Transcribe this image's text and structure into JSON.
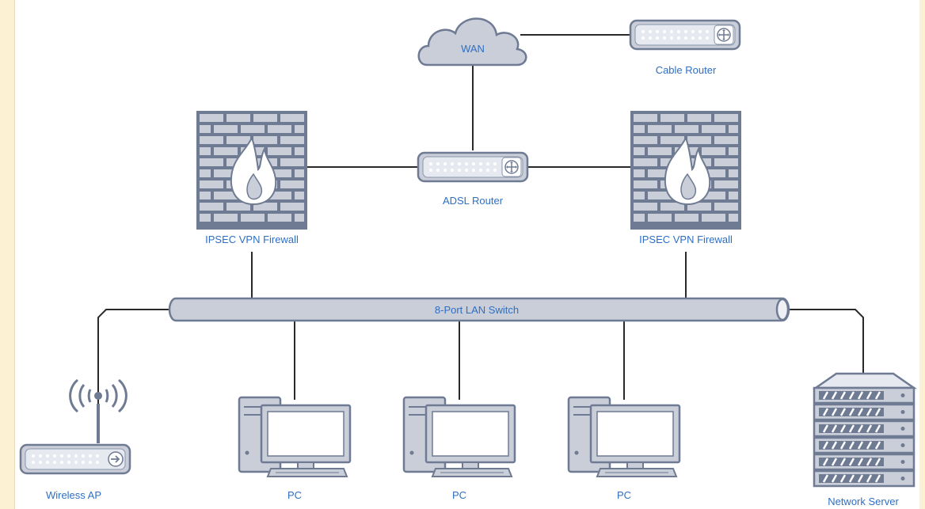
{
  "colors": {
    "background": "#fdf1d4",
    "canvas": "#ffffff",
    "device_fill": "#c9ced9",
    "device_stroke": "#6f7b93",
    "label": "#2e6fc4",
    "line": "#2a2a2a"
  },
  "nodes": {
    "wan": {
      "label": "WAN",
      "icon": "cloud-icon"
    },
    "cable_router": {
      "label": "Cable Router",
      "icon": "router-icon"
    },
    "adsl_router": {
      "label": "ADSL Router",
      "icon": "router-icon"
    },
    "firewall_left": {
      "label": "IPSEC VPN Firewall",
      "icon": "firewall-icon"
    },
    "firewall_right": {
      "label": "IPSEC VPN Firewall",
      "icon": "firewall-icon"
    },
    "switch": {
      "label": "8-Port LAN Switch",
      "icon": "switch-icon"
    },
    "wireless_ap": {
      "label": "Wireless AP",
      "icon": "wireless-ap-icon"
    },
    "pc1": {
      "label": "PC",
      "icon": "pc-icon"
    },
    "pc2": {
      "label": "PC",
      "icon": "pc-icon"
    },
    "pc3": {
      "label": "PC",
      "icon": "pc-icon"
    },
    "server": {
      "label": "Network Server",
      "icon": "server-icon"
    }
  },
  "edges": [
    [
      "wan",
      "cable_router"
    ],
    [
      "wan",
      "adsl_router"
    ],
    [
      "adsl_router",
      "firewall_left"
    ],
    [
      "adsl_router",
      "firewall_right"
    ],
    [
      "firewall_left",
      "switch"
    ],
    [
      "firewall_right",
      "switch"
    ],
    [
      "switch",
      "wireless_ap"
    ],
    [
      "switch",
      "pc1"
    ],
    [
      "switch",
      "pc2"
    ],
    [
      "switch",
      "pc3"
    ],
    [
      "switch",
      "server"
    ]
  ]
}
